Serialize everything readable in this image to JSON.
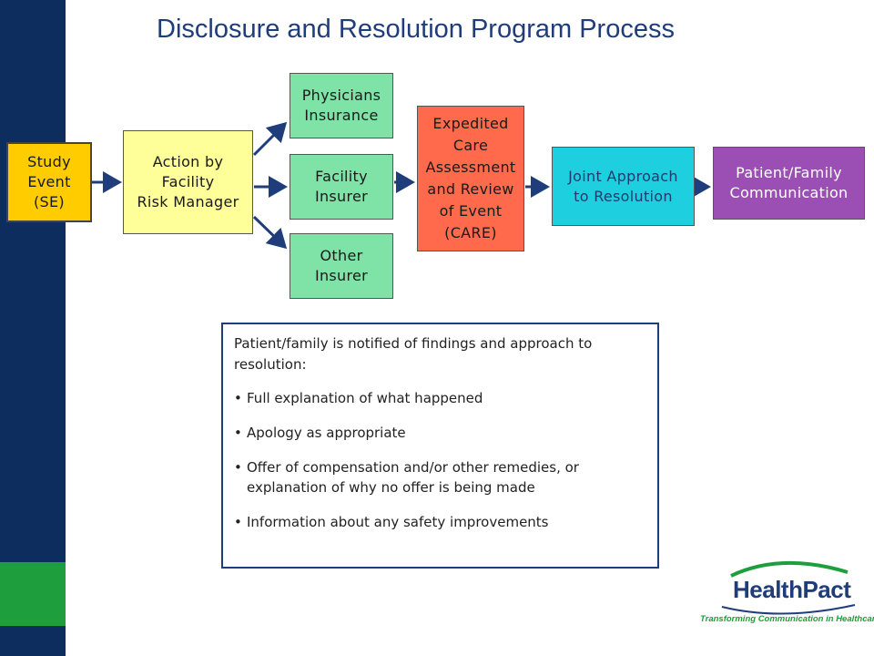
{
  "title": "Disclosure and Resolution Program Process",
  "boxes": {
    "study_event": "Study\nEvent\n(SE)",
    "action": "Action by\nFacility\nRisk Manager",
    "physicians": "Physicians\nInsurance",
    "facility": "Facility\nInsurer",
    "other": "Other\nInsurer",
    "care": "Expedited\nCare\nAssessment\nand Review\nof Event\n(CARE)",
    "joint": "Joint Approach\nto Resolution",
    "communication": "Patient/Family\nCommunication"
  },
  "info": {
    "intro": "Patient/family is notified of findings and approach to resolution:",
    "bullets": [
      "Full explanation of what happened",
      "Apology as appropriate",
      "Offer of compensation and/or other remedies, or explanation of why no offer is being made",
      "Information about any safety improvements"
    ]
  },
  "logo": {
    "name": "HealthPact",
    "tagline": "Transforming Communication in Healthcare"
  },
  "colors": {
    "sidebar": "#0d2d5e",
    "sidebar_accent": "#1e9e3c",
    "title": "#1f3d7a",
    "study_event": "#ffcc00",
    "action": "#ffff99",
    "insurers": "#7fe3a8",
    "care": "#ff6a4d",
    "joint": "#1ecfe0",
    "communication": "#9b4fb5",
    "arrow": "#1f3d7a"
  }
}
